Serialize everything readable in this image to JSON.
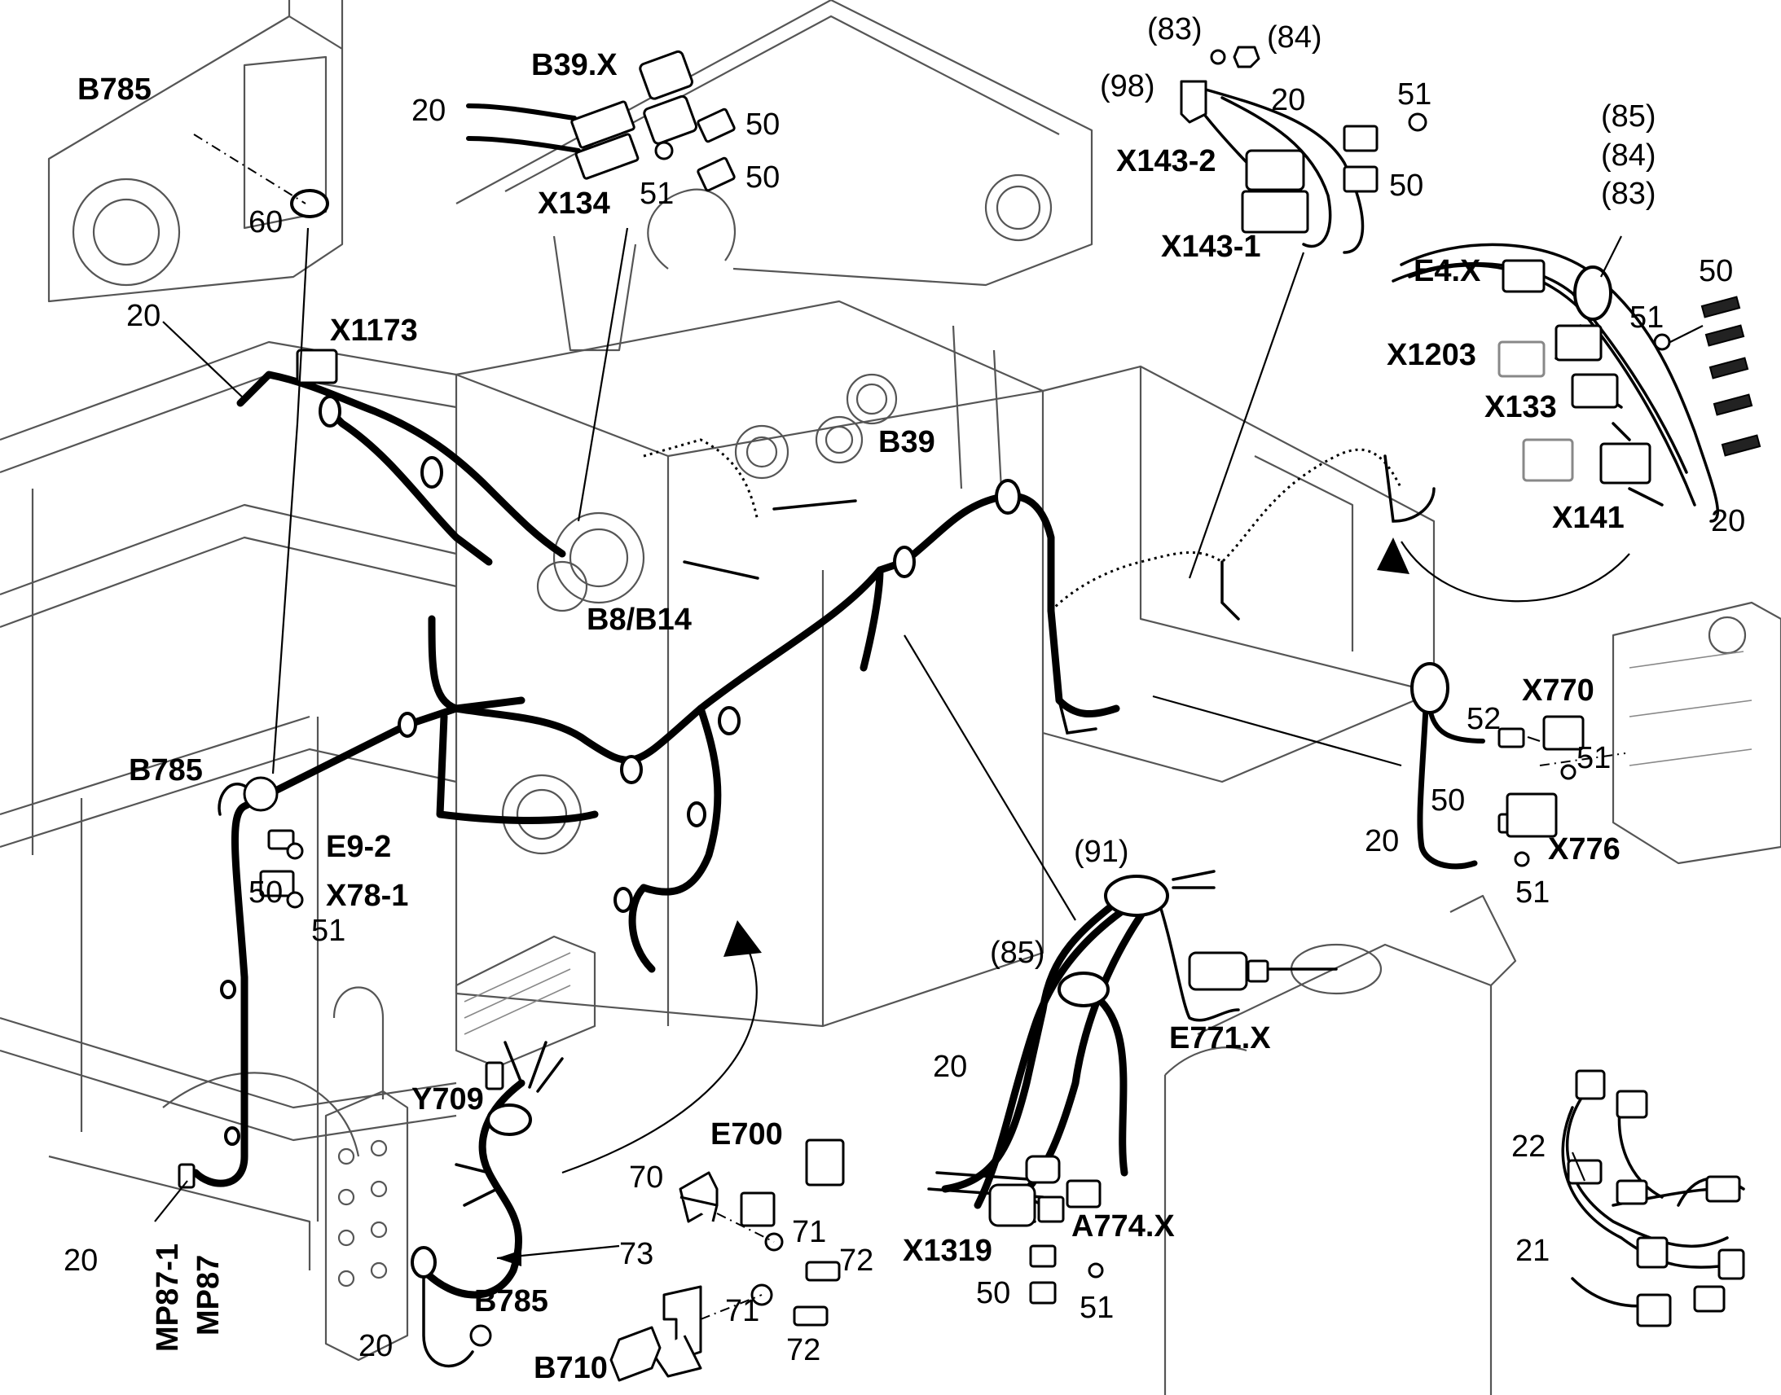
{
  "labels": {
    "b785_top": "B785",
    "b39x": "B39.X",
    "n20_a": "20",
    "n50_a": "50",
    "n50_b": "50",
    "n51_a": "51",
    "x134": "X134",
    "n60": "60",
    "n20_b": "20",
    "x1173": "X1173",
    "n83_a": "(83)",
    "n84_a": "(84)",
    "n98": "(98)",
    "n20_c": "20",
    "n51_b": "51",
    "x143_2": "X143-2",
    "n50_c": "50",
    "x143_1": "X143-1",
    "n85_a": "(85)",
    "n84_b": "(84)",
    "n83_b": "(83)",
    "n50_d": "50",
    "e4x": "E4.X",
    "n51_c": "51",
    "x1203": "X1203",
    "x133": "X133",
    "x141": "X141",
    "n20_d": "20",
    "b39": "B39",
    "b8b14": "B8/B14",
    "x770": "X770",
    "n52": "52",
    "n51_d": "51",
    "n50_e": "50",
    "n20_e": "20",
    "x776": "X776",
    "n51_e": "51",
    "b785_left": "B785",
    "e9_2": "E9-2",
    "x78_1": "X78-1",
    "n50_f": "50",
    "n51_f": "51",
    "n91": "(91)",
    "n85_b": "(85)",
    "e771x": "E771.X",
    "n20_f": "20",
    "y709": "Y709",
    "e700": "E700",
    "n70": "70",
    "n71_a": "71",
    "n72_a": "72",
    "n73": "73",
    "n71_b": "71",
    "n72_b": "72",
    "b785_bottom": "B785",
    "n20_g": "20",
    "b710": "B710",
    "x1319": "X1319",
    "a774x": "A774.X",
    "n50_g": "50",
    "n51_g": "51",
    "n22": "22",
    "n21": "21",
    "n20_h": "20",
    "mp87_1": "MP87-1",
    "mp87": "MP87"
  }
}
